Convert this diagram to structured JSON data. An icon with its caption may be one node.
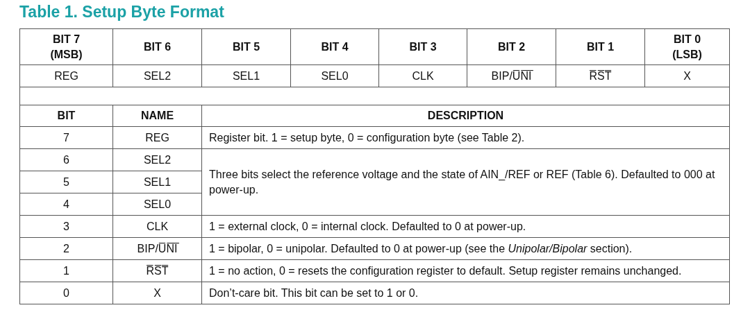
{
  "diagram": {
    "title": "Table 1. Setup Byte Format",
    "labels": [
      "BIT 7 (MSB)",
      "BIT 6",
      "BIT 5",
      "BIT 4",
      "BIT 3",
      "BIT 2",
      "BIT 1",
      "BIT 0 (LSB)",
      "REG",
      "SEL2",
      "SEL1",
      "SEL0",
      "CLK",
      "BIP/U̅N̅I̅",
      "R̅S̅T̅",
      "X",
      "BIT",
      "NAME",
      "DESCRIPTION",
      "7",
      "REG",
      "Register bit. 1 = setup byte, 0 = configuration byte (see Table 2).",
      "6",
      "SEL2",
      "Three bits select the reference voltage and the state of AIN_/REF or REF (Table 6). Defaulted to 000 at power-up.",
      "5",
      "SEL1",
      "4",
      "SEL0",
      "3",
      "CLK",
      "1 = external clock, 0 = internal clock. Defaulted to 0 at power-up.",
      "2",
      "BIP/U̅N̅I̅",
      "1 = bipolar, 0 = unipolar. Defaulted to 0 at power-up (see the *Unipolar/Bipolar* section).",
      "1",
      "R̅S̅T̅",
      "1 = no action, 0 = resets the configuration register to default. Setup register remains unchanged.",
      "0",
      "X",
      "Don’t-care bit. This bit can be set to 1 or 0."
    ]
  }
}
